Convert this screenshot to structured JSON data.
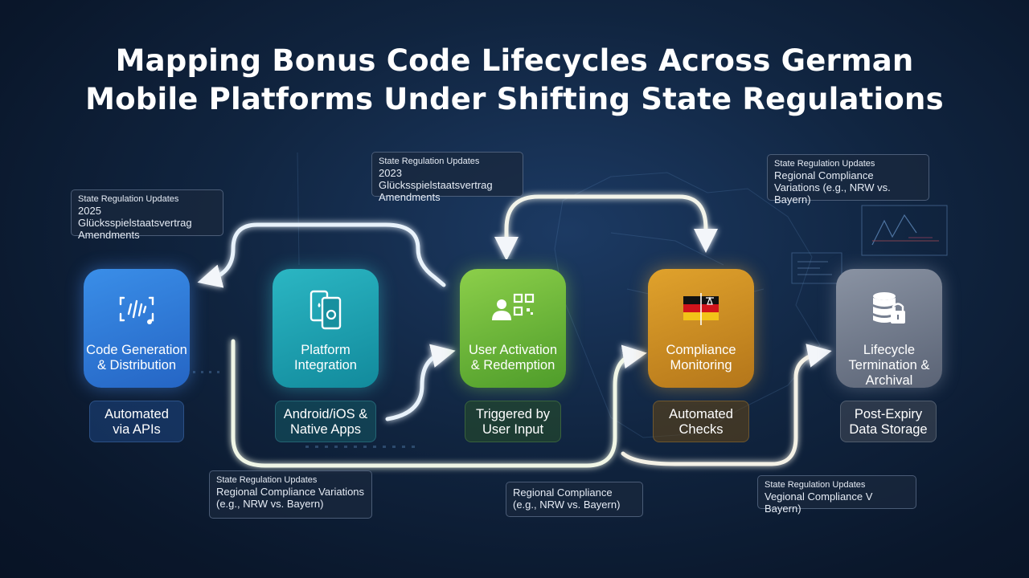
{
  "title": {
    "line1": "Mapping Bonus Code Lifecycles Across German",
    "line2": "Mobile Platforms Under Shifting State Regulations"
  },
  "stages": [
    {
      "line1": "Code Generation",
      "line2": "& Distribution",
      "line3": "",
      "icon": "code-waveform-icon",
      "color": "#2f7ad8",
      "sub1": "Automated",
      "sub2": "via APIs"
    },
    {
      "line1": "Platform",
      "line2": "Integration",
      "line3": "",
      "icon": "smartphones-icon",
      "color": "#1fa0b0",
      "sub1": "Android/iOS &",
      "sub2": "Native Apps"
    },
    {
      "line1": "User Activation",
      "line2": "& Redemption",
      "line3": "",
      "icon": "user-qr-code-icon",
      "color": "#6cb63a",
      "sub1": "Triggered by",
      "sub2": "User Input"
    },
    {
      "line1": "Compliance",
      "line2": "Monitoring",
      "line3": "",
      "icon": "german-flag-scales-icon",
      "color": "#cf8c22",
      "sub1": "Automated",
      "sub2": "Checks"
    },
    {
      "line1": "Lifecycle",
      "line2": "Termination &",
      "line3": "Archival",
      "icon": "database-lock-icon",
      "color": "#737c8d",
      "sub1": "Post-Expiry",
      "sub2": "Data Storage"
    }
  ],
  "notes": [
    {
      "head": "State Regulation Updates",
      "line1": "2025 Glücksspielstaatsvertrag",
      "line2": "Amendments"
    },
    {
      "head": "State Regulation Updates",
      "line1": "2023 Glücksspielstaatsvertrag",
      "line2": "Amendments"
    },
    {
      "head": "State Regulation Updates",
      "line1": "Regional Compliance",
      "line2": "Variations (e.g., NRW vs. Bayern)"
    },
    {
      "head": "State Regulation Updates",
      "line1": "Regional Compliance Variations",
      "line2": "(e.g., NRW vs. Bayern)"
    },
    {
      "head": "",
      "line1": "Regional Compliance",
      "line2": "(e.g., NRW vs. Bayern)"
    },
    {
      "head": "State Regulation Updates",
      "line1": "Vegional Compliance V Bayern)",
      "line2": ""
    }
  ]
}
